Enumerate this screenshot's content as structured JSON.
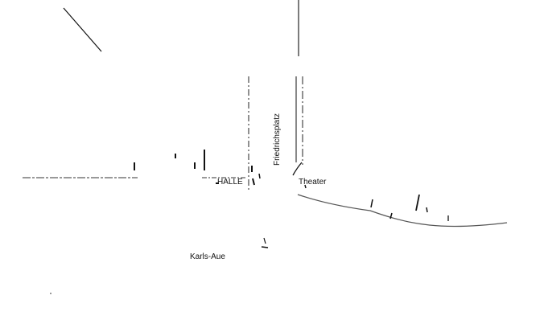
{
  "map": {
    "labels": {
      "halle": "HALLE",
      "friedrichsplatz": "Friedrichsplatz",
      "theater": "Theater",
      "karls_aue": "Karls-Aue"
    },
    "colors": {
      "background": "#ffffff",
      "line": "#111111",
      "dashed_line": "#333333",
      "river": "#555555"
    }
  }
}
